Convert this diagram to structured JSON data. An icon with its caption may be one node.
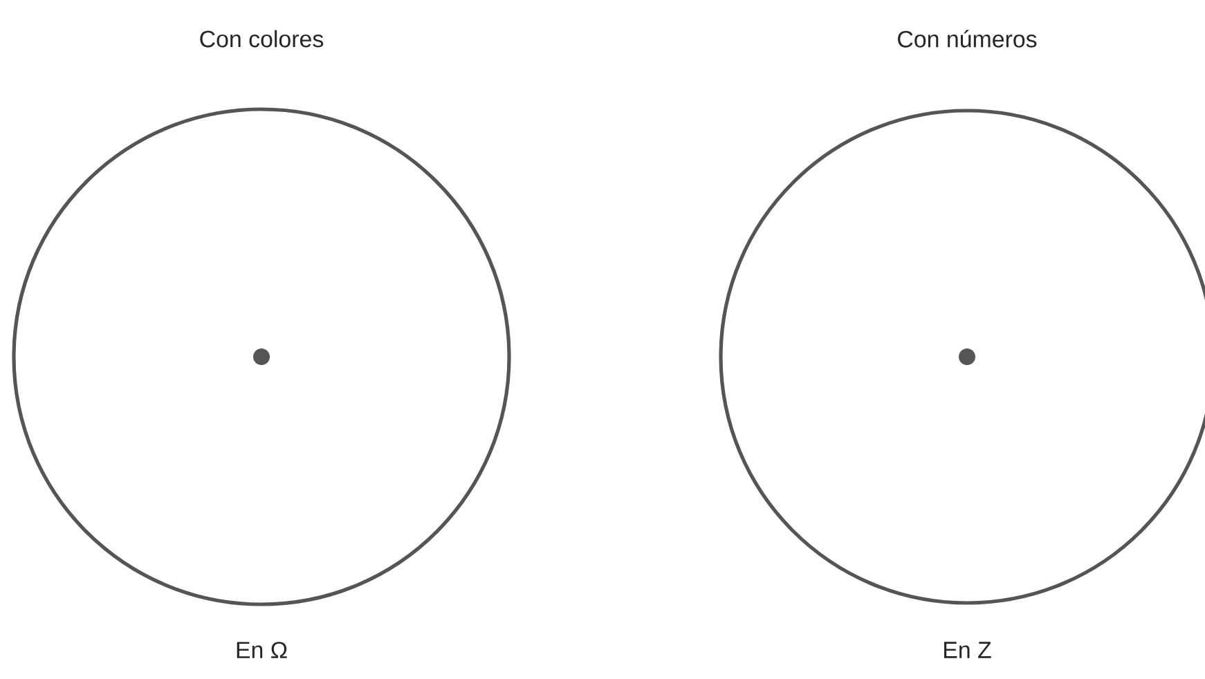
{
  "diagram": {
    "nodes": [
      {
        "text": [
          "Con colores"
        ],
        "beside": [
          "En Ω"
        ]
      },
      {
        "text": [
          "Con números"
        ],
        "beside": [
          "En Z"
        ]
      }
    ]
  }
}
